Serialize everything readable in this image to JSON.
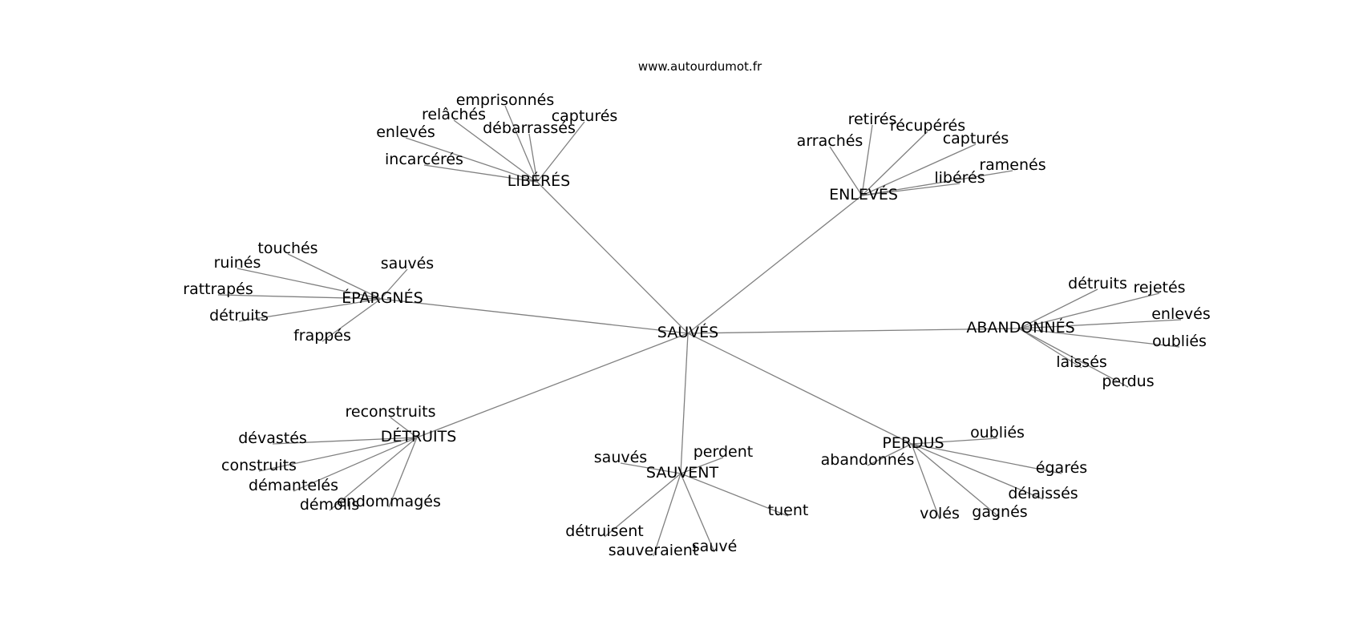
{
  "site": "www.autourdumot.fr",
  "root": "SAUVÉS",
  "clusters": [
    {
      "label": "LIBÉRÉS",
      "leaves": [
        "emprisonnés",
        "relâchés",
        "capturés",
        "débarrassés",
        "enlevés",
        "incarcérés"
      ]
    },
    {
      "label": "ENLEVÉS",
      "leaves": [
        "retirés",
        "récupérés",
        "arrachés",
        "capturés",
        "ramenés",
        "libérés"
      ]
    },
    {
      "label": "ÉPARGNÉS",
      "leaves": [
        "touchés",
        "ruinés",
        "sauvés",
        "rattrapés",
        "détruits",
        "frappés"
      ]
    },
    {
      "label": "ABANDONNÉS",
      "leaves": [
        "détruits",
        "rejetés",
        "enlevés",
        "oubliés",
        "laissés",
        "perdus"
      ]
    },
    {
      "label": "DÉTRUITS",
      "leaves": [
        "reconstruits",
        "dévastés",
        "construits",
        "démantelés",
        "démolis",
        "endommagés"
      ]
    },
    {
      "label": "SAUVENT",
      "leaves": [
        "sauvés",
        "perdent",
        "tuent",
        "détruisent",
        "sauveraient",
        "sauvé"
      ]
    },
    {
      "label": "PERDUS",
      "leaves": [
        "oubliés",
        "abandonnés",
        "égarés",
        "délaissés",
        "volés",
        "gagnés"
      ]
    }
  ]
}
